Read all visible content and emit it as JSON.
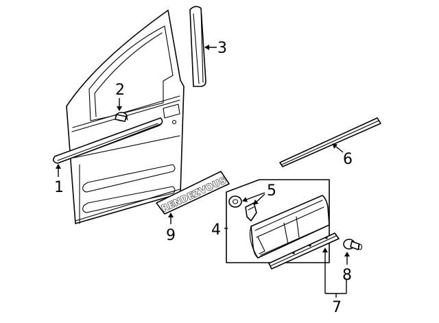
{
  "callouts": {
    "c1": "1",
    "c2": "2",
    "c3": "3",
    "c4": "4",
    "c5": "5",
    "c6": "6",
    "c7": "7",
    "c8": "8",
    "c9": "9"
  },
  "emblem": {
    "text": "RENDEZVOUS"
  }
}
